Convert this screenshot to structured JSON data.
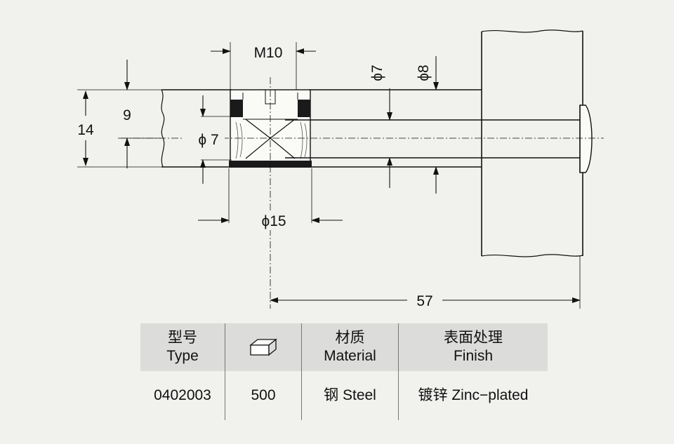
{
  "dimensions": {
    "m10": "M10",
    "phi7_top": "ϕ7",
    "phi8_top": "ϕ8",
    "d9": "9",
    "d14": "14",
    "phi7_left": "ϕ 7",
    "phi15": "ϕ15",
    "d57": "57"
  },
  "table": {
    "headers": {
      "type_cn": "型号",
      "type_en": "Type",
      "qty_icon": "box-icon",
      "material_cn": "材质",
      "material_en": "Material",
      "finish_cn": "表面处理",
      "finish_en": "Finish"
    },
    "row": {
      "type": "0402003",
      "quantity": "500",
      "material": "钢 Steel",
      "finish": "镀锌 Zinc−plated"
    }
  },
  "colors": {
    "background": "#f1f1ee",
    "header_bg": "#dcdcda",
    "type_code": "#e08a1e",
    "line": "#111111"
  }
}
